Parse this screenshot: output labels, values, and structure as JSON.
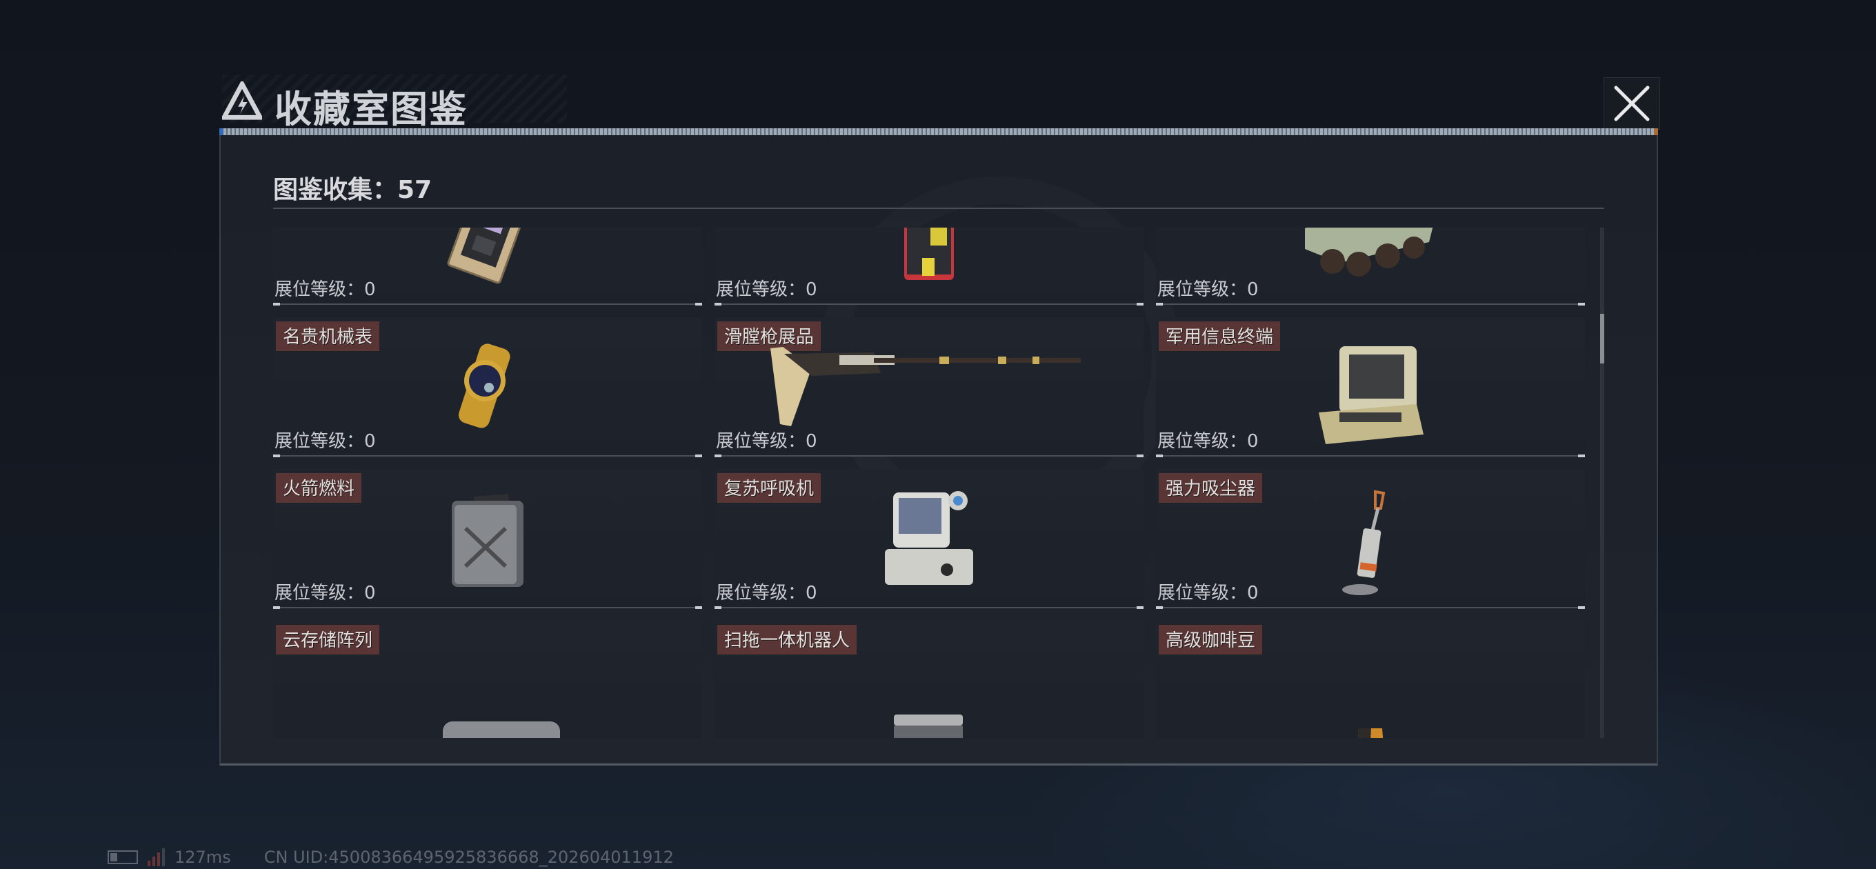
{
  "window": {
    "title": "收藏室图鉴",
    "close_icon": "close-icon"
  },
  "summary": {
    "label": "图鉴收集：57",
    "count": 57
  },
  "level_label_prefix": "展位等级：",
  "items": [
    {
      "name": "",
      "level": "展位等级：0",
      "icon": "circuit-board-icon",
      "name_cut_off": true
    },
    {
      "name": "",
      "level": "展位等级：0",
      "icon": "aed-defibrillator-icon",
      "name_cut_off": true
    },
    {
      "name": "",
      "level": "展位等级：0",
      "icon": "armored-vehicle-icon",
      "name_cut_off": true
    },
    {
      "name": "名贵机械表",
      "level": "展位等级：0",
      "icon": "gold-watch-icon"
    },
    {
      "name": "滑膛枪展品",
      "level": "展位等级：0",
      "icon": "musket-icon"
    },
    {
      "name": "军用信息终端",
      "level": "展位等级：0",
      "icon": "military-terminal-icon"
    },
    {
      "name": "火箭燃料",
      "level": "展位等级：0",
      "icon": "fuel-canister-icon"
    },
    {
      "name": "复苏呼吸机",
      "level": "展位等级：0",
      "icon": "ventilator-icon"
    },
    {
      "name": "强力吸尘器",
      "level": "展位等级：0",
      "icon": "vacuum-cleaner-icon"
    },
    {
      "name": "云存储阵列",
      "level": "",
      "icon": "storage-array-icon"
    },
    {
      "name": "扫拖一体机器人",
      "level": "",
      "icon": "mop-robot-icon"
    },
    {
      "name": "高级咖啡豆",
      "level": "",
      "icon": "coffee-bag-icon"
    }
  ],
  "scrollbar": {
    "thumb_position_pct": 17
  },
  "status_bar": {
    "ping": "127ms",
    "uid": "CN UID:45008366495925836668_202604011912"
  },
  "colors": {
    "tag_bg": "#5a3536",
    "panel_bg": "#1e222a",
    "text": "#d6d8dc",
    "strip_left": "#3a7bd5",
    "strip_right": "#c47a3a"
  }
}
